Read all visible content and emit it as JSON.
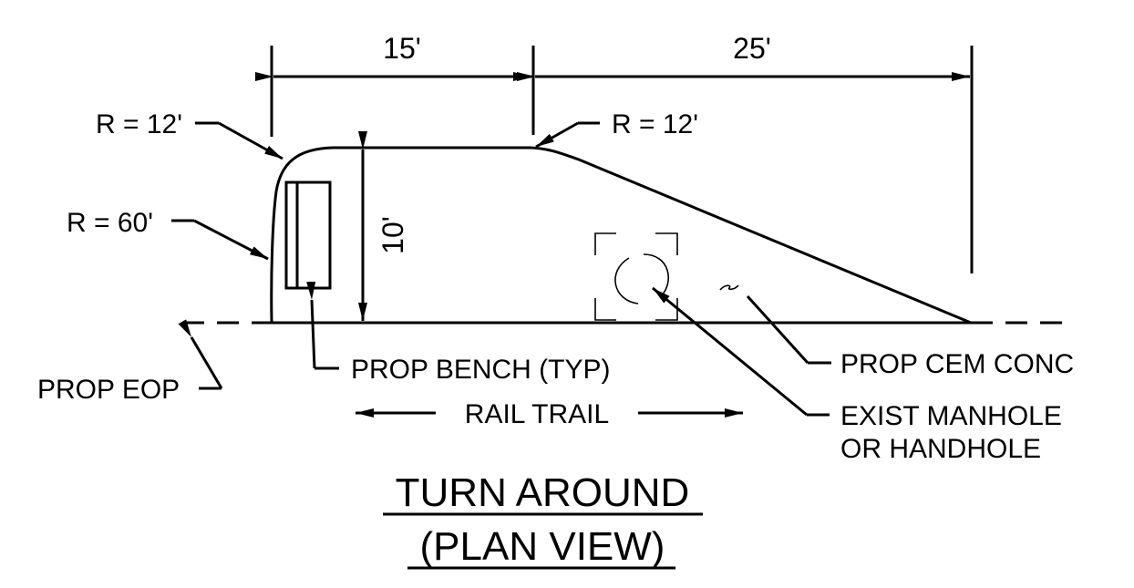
{
  "dimensions": {
    "width_15": "15'",
    "width_25": "25'",
    "height_10": "10'"
  },
  "radius_labels": {
    "left_top": "R = 12'",
    "mid_top": "R = 12'",
    "left_side": "R = 60'"
  },
  "callouts": {
    "bench": "PROP BENCH (TYP)",
    "eop": "PROP EOP",
    "rail_trail": "RAIL TRAIL",
    "cem_conc": "PROP CEM CONC",
    "manhole_line1": "EXIST MANHOLE",
    "manhole_line2": "OR HANDHOLE"
  },
  "title": {
    "line1": "TURN AROUND",
    "line2": "(PLAN VIEW)"
  }
}
